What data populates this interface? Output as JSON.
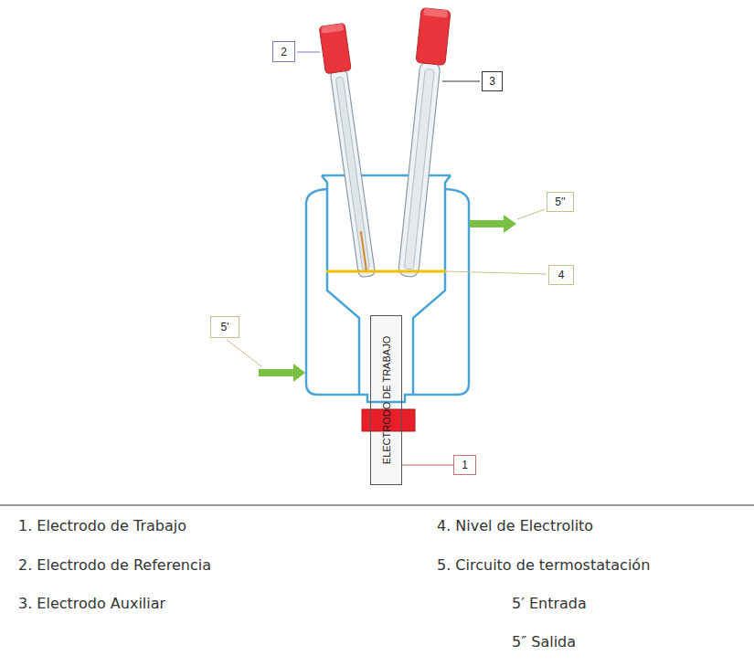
{
  "diagram": {
    "nodes": [
      {
        "text": [
          "2"
        ]
      },
      {
        "text": [
          "3"
        ]
      },
      {
        "text": [
          "5''"
        ]
      },
      {
        "text": [
          "4"
        ]
      },
      {
        "text": [
          "5'"
        ]
      },
      {
        "text": [
          "ELECTRODO DE TRABAJO"
        ]
      },
      {
        "text": [
          "1"
        ]
      }
    ],
    "edges": [
      {
        "from": 6,
        "to": 5,
        "arrow": "none"
      }
    ],
    "labels": [
      "1. Electrodo de Trabajo",
      "4. Nivel de Electrolito",
      "2. Electrodo de Referencia",
      "5. Circuito de termostatación",
      "3. Electrodo Auxiliar",
      "5′ Entrada",
      "5″ Salida"
    ]
  }
}
